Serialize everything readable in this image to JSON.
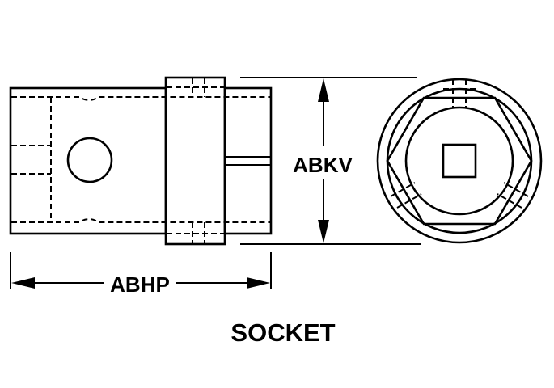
{
  "labels": {
    "length_dim": "ABHP",
    "diameter_dim": "ABKV",
    "title": "SOCKET"
  }
}
